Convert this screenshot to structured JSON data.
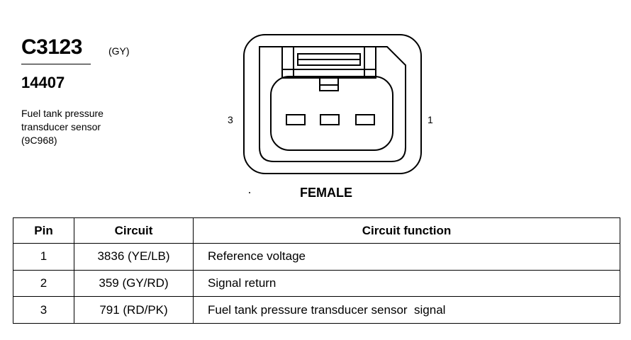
{
  "connector": {
    "id": "C3123",
    "color_code": "(GY)",
    "part_number": "14407",
    "description_lines": [
      "Fuel tank pressure",
      "transducer sensor",
      "(9C968)"
    ]
  },
  "diagram": {
    "pin_label_left": "3",
    "pin_label_right": "1",
    "gender": "FEMALE"
  },
  "table": {
    "headers": {
      "pin": "Pin",
      "circuit": "Circuit",
      "function": "Circuit function"
    },
    "rows": [
      {
        "pin": "1",
        "circuit": "3836 (YE/LB)",
        "function": "Reference voltage"
      },
      {
        "pin": "2",
        "circuit": "359 (GY/RD)",
        "function": "Signal return"
      },
      {
        "pin": "3",
        "circuit": "791 (RD/PK)",
        "function": "Fuel tank pressure transducer sensor  signal"
      }
    ]
  }
}
